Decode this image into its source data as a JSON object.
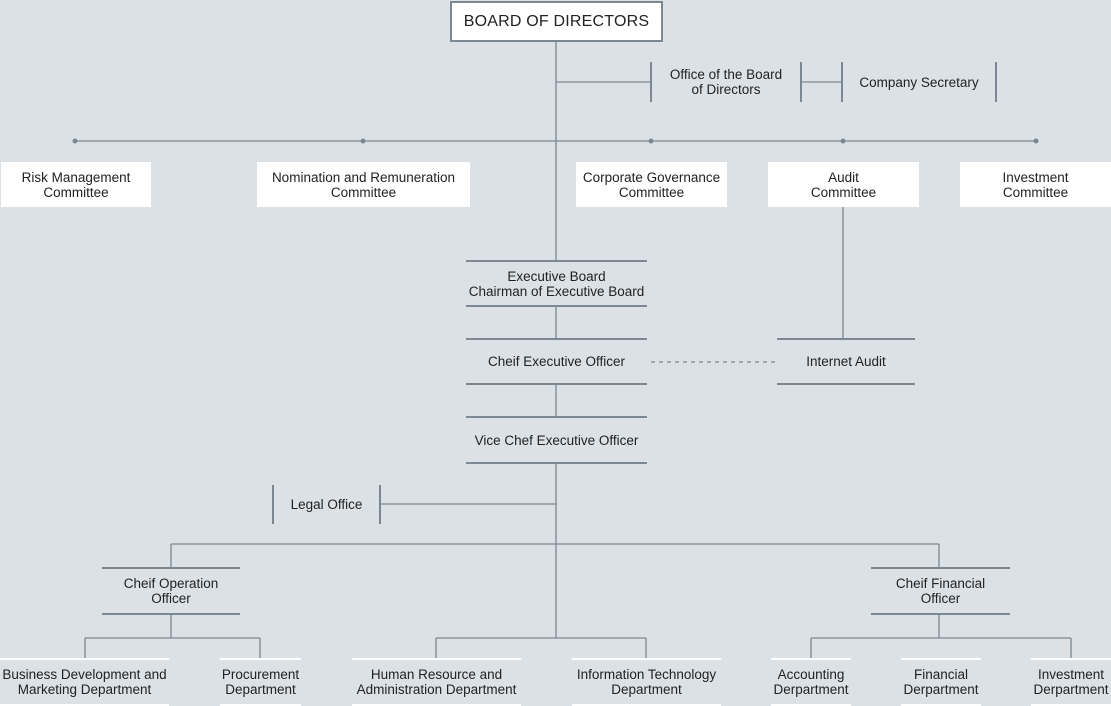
{
  "colors": {
    "background": "#dce1e5",
    "line": "#7b8792",
    "box": "#ffffff",
    "text": "#222222"
  },
  "board": {
    "label": "BOARD OF DIRECTORS"
  },
  "office_of_board": {
    "label": "Office of the Board\nof Directors"
  },
  "company_secretary": {
    "label": "Company Secretary"
  },
  "committees": [
    {
      "label": "Risk Management\nCommittee"
    },
    {
      "label": "Nomination and Remuneration\nCommittee"
    },
    {
      "label": "Corporate Governance\nCommittee"
    },
    {
      "label": "Audit\nCommittee"
    },
    {
      "label": "Investment\nCommittee"
    }
  ],
  "executive_board": {
    "label": "Executive Board\nChairman of Executive Board"
  },
  "ceo": {
    "label": "Cheif Executive Officer"
  },
  "internal_audit": {
    "label": "Internet Audit"
  },
  "vice_ceo": {
    "label": "Vice Chef Executive Officer"
  },
  "legal_office": {
    "label": "Legal Office"
  },
  "coo": {
    "label": "Cheif Operation\nOfficer"
  },
  "cfo": {
    "label": "Cheif Financial\nOfficer"
  },
  "departments": [
    {
      "label": "Business Development and\nMarketing Department"
    },
    {
      "label": "Procurement\nDepartment"
    },
    {
      "label": "Human Resource and\nAdministration Department"
    },
    {
      "label": "Information Technology\nDepartment"
    },
    {
      "label": "Accounting\nDerpartment"
    },
    {
      "label": "Financial\nDerpartment"
    },
    {
      "label": "Investment\nDerpartment"
    }
  ]
}
